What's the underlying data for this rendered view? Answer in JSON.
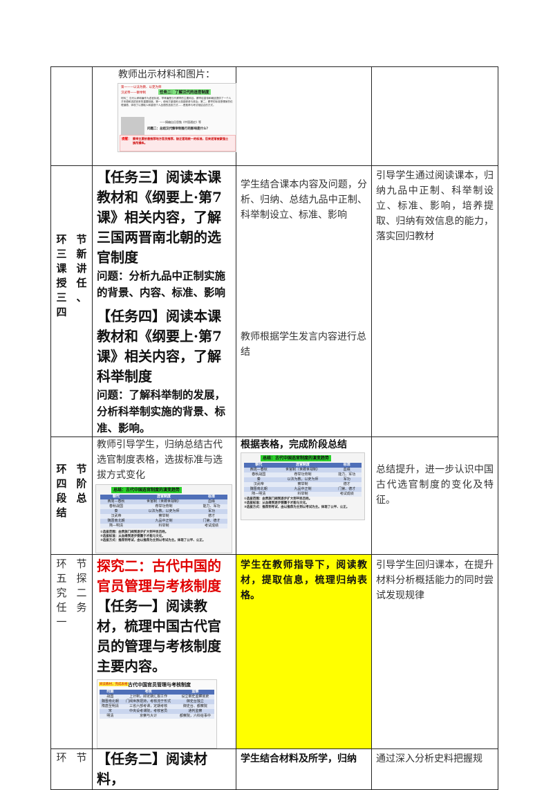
{
  "rows": [
    {
      "stage": [],
      "content": {
        "lead": "教师出示材料和图片：",
        "image": {
          "top_tag": "第一——以法为教、以吏为师",
          "left_label": "汉武帝——察举制",
          "task_title": "任务二：了解汉代的选官制度",
          "passage": "材料二 汉代以孝和廉作为选官标准，举孝廉是汉代察举的主要科目。察举给皇帝和朝廷提供了一个人才来源和选拔官吏的重要制度。第一，使地方豪强和士族能够参与政治；第二，察举的标准是儒家的伦理道德，体现了以德取人和重视个人品德的选拔方式……是推荐与考试相结合的方式。",
          "source": "——摘编自吕思勉《中国通史》等",
          "question": "问题二：总结汉代察举制推行的影响是什么？",
          "tip_label": "提醒：",
          "tip": "察举主要依靠推荐地方官员推荐，缺乏客观统一的标准，后来逐渐被豪强士族所操纵。"
        }
      },
      "student": [],
      "intent": []
    },
    {
      "stage_left": [
        "环",
        "三",
        "课",
        "授",
        "三",
        "四"
      ],
      "stage_right": [
        "节",
        "新",
        "讲",
        "任",
        "、"
      ],
      "task3": "【任务三】阅读本课教材和《纲要上·第7课》相关内容，了解三国两晋南北朝的选官制度",
      "task3_q": "问题：分析九品中正制实施的背景、内容、标准、影响",
      "task4": "【任务四】阅读本课教材和《纲要上·第7课》相关内容，了解科举制度",
      "task4_q": "问题：了解科举制的发展，分析科举制实施的背景、标准、影响。",
      "student1": "学生结合课本内容及问题，分析、归纳、总结九品中正制、科举制设立、标准、影响",
      "student2": "教师根据学生发言内容进行总结",
      "intent": "引导学生通过阅读课本，归纳九品中正制、科举制设立、标准、影响，培养提取、归纳有效信息的能力，落实回归教材"
    },
    {
      "stage_left": [
        "环",
        "四",
        "段",
        "结"
      ],
      "stage_right": [
        "节",
        "阶",
        "总"
      ],
      "teacher": "教师引导学生，归纳总结古代选官制度表格，选拔标准与选拔方式变化",
      "student_title": "根据表格，完成阶段总结",
      "intent": "总结提升，进一步认识中国古代选官制度的变化及特征。",
      "summary_table": {
        "title": "总结：古代中国选官制度的演变趋势",
        "headers": [
          "朝代",
          "选官制度",
          "标准"
        ],
        "rows": [
          [
            "西周—春秋",
            "世官制（世卿世禄制）",
            "血缘"
          ],
          [
            "春秋战国",
            "荐举功劳制",
            "能力、军功"
          ],
          [
            "秦",
            "以法为教，以吏为师",
            "军功"
          ],
          [
            "汉武帝",
            "察举制",
            "德才"
          ],
          [
            "魏晋南北朝",
            "九品中正制",
            "门第、德才"
          ],
          [
            "隋—明清",
            "科举制",
            "考试成绩"
          ]
        ],
        "notes": [
          "①选拔范围：由贵族门阀到逐步扩大到平民百姓。",
          "②选拔标准：从血缘到逐步侧重于才能与文化。",
          "③选拔方式：推荐到考试，由以推荐为主到以考试为主。体现了公平、公正。"
        ]
      }
    },
    {
      "stage_left": [
        "环",
        "五",
        "究",
        "任",
        "一"
      ],
      "stage_right": [
        "节",
        "探",
        "二",
        "务"
      ],
      "explore": "探究二：古代中国的官员管理与考核制度",
      "task1": "【任务一】阅读教材，梳理中国古代官员的管理与考核制度主要内容。",
      "student": "学生在教师指导下，阅读教材，提取信息，梳理归纳表格。",
      "intent": "引导学生回归课本，在提升材料分析概括能力的同时尝试发现规律",
      "mgmt_table": {
        "tag": "阅读教材，完成表格",
        "title": "古代中国官员管理与考核制度",
        "headers": [
          "时期",
          "考核",
          "监察"
        ],
        "rows": [
          [
            "战国",
            "上计制，即定期汇报工作",
            "设立御史监察官吏"
          ],
          [
            "魏晋南北朝",
            "门阀世族把持，考核流于形式",
            "御史台独立"
          ],
          [
            "隋唐至明清",
            "三省六部考课，定期考核",
            "御史台、都察院"
          ],
          [
            "宋",
            "中央设考课院，考核官员",
            "通判监察"
          ],
          [
            "明清",
            "京察与大计",
            "都察院，六科给事中"
          ]
        ]
      }
    },
    {
      "stage_left": [
        "环"
      ],
      "stage_right": [
        "节"
      ],
      "task2": "【任务二】阅读材料，",
      "student": "学生结合材料及所学，归纳",
      "intent": "通过深入分析史料把握规"
    }
  ]
}
